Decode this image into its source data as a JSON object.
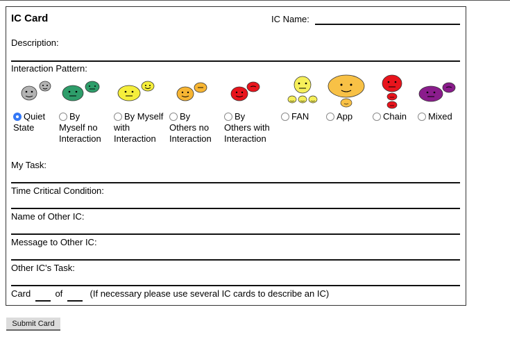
{
  "card": {
    "title": "IC Card",
    "ic_name_label": "IC Name:",
    "description_label": "Description:",
    "interaction_pattern_label": "Interaction Pattern:",
    "my_task_label": "My Task:",
    "time_critical_label": "Time Critical Condition:",
    "other_ic_name_label": "Name of Other IC:",
    "message_label": "Message to Other IC:",
    "other_task_label": "Other IC's Task:",
    "card_word": "Card",
    "of_word": "of",
    "note": "(If necessary please use several IC cards to describe an IC)"
  },
  "patterns": [
    {
      "line1": "Quiet",
      "line2": "State",
      "line3": "",
      "checked": true,
      "color": "#b3b3b3",
      "icon": "quiet-state-face-icon"
    },
    {
      "line1": "By",
      "line2": "Myself no",
      "line3": "Interaction",
      "checked": false,
      "color": "#2e9d6a",
      "icon": "myself-no-interaction-face-icon"
    },
    {
      "line1": "By Myself",
      "line2": "with",
      "line3": "Interaction",
      "checked": false,
      "color": "#f5ee3b",
      "icon": "myself-with-interaction-face-icon"
    },
    {
      "line1": "By",
      "line2": "Others no",
      "line3": "Interaction",
      "checked": false,
      "color": "#f7b533",
      "icon": "others-no-interaction-face-icon"
    },
    {
      "line1": "By",
      "line2": "Others with",
      "line3": "Interaction",
      "checked": false,
      "color": "#e8141c",
      "icon": "others-with-interaction-face-icon"
    },
    {
      "line1": "FAN",
      "line2": "",
      "line3": "",
      "checked": false,
      "color": "#f6ef5a",
      "icon": "fan-face-icon"
    },
    {
      "line1": "App",
      "line2": "",
      "line3": "",
      "checked": false,
      "color": "#f8c146",
      "icon": "app-face-icon"
    },
    {
      "line1": "Chain",
      "line2": "",
      "line3": "",
      "checked": false,
      "color": "#e8141c",
      "icon": "chain-face-icon"
    },
    {
      "line1": "Mixed",
      "line2": "",
      "line3": "",
      "checked": false,
      "color": "#8a1c8c",
      "icon": "mixed-face-icon"
    }
  ],
  "submit_label": "Submit Card"
}
